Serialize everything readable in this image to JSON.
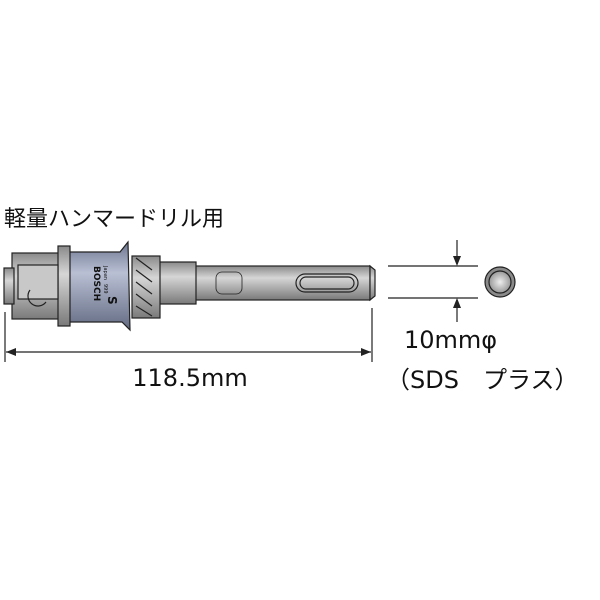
{
  "title": "軽量ハンマードリル用",
  "product_marking": {
    "brand": "BOSCH",
    "size": "S",
    "origin": "Japan",
    "code": "999"
  },
  "length_dimension": "118.5mm",
  "shank_diameter": "10mmφ",
  "shank_type": "（SDS　プラス）",
  "colors": {
    "collar": "#8f98b0",
    "shank": "#b9b9b9",
    "outline": "#222222"
  }
}
